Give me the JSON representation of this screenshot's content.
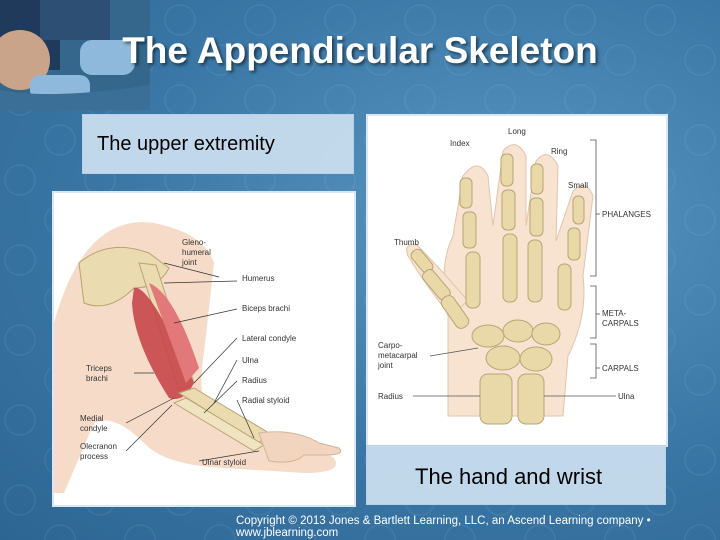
{
  "slide": {
    "title": "The Appendicular Skeleton",
    "subtitle": "The upper extremity",
    "hand_caption": "The hand and wrist",
    "copyright": "Copyright © 2013 Jones & Bartlett Learning, LLC, an Ascend Learning company • www.jblearning.com"
  },
  "arm_labels": {
    "glenohumeral": [
      "Gleno-",
      "humeral",
      "joint"
    ],
    "humerus": "Humerus",
    "biceps": "Biceps brachi",
    "lateral_condyle": "Lateral condyle",
    "ulna": "Ulna",
    "radius": "Radius",
    "radial_styloid": "Radial styloid",
    "triceps": [
      "Triceps",
      "brachi"
    ],
    "medial_condyle": [
      "Medial",
      "condyle"
    ],
    "olecranon": [
      "Olecranon",
      "process"
    ],
    "ulnar_styloid": "Ulnar styloid"
  },
  "hand_labels": {
    "long": "Long",
    "index": "Index",
    "ring": "Ring",
    "small": "Small",
    "thumb": "Thumb",
    "phalanges": "PHALANGES",
    "metacarpals": [
      "META-",
      "CARPALS"
    ],
    "carpals": "CARPALS",
    "carpometacarpal": [
      "Carpo-",
      "metacarpal",
      "joint"
    ],
    "radius": "Radius",
    "ulna": "Ulna"
  },
  "colors": {
    "title": "#ffffff",
    "background": "#3f7fae",
    "label_box": "#c8dcee"
  }
}
